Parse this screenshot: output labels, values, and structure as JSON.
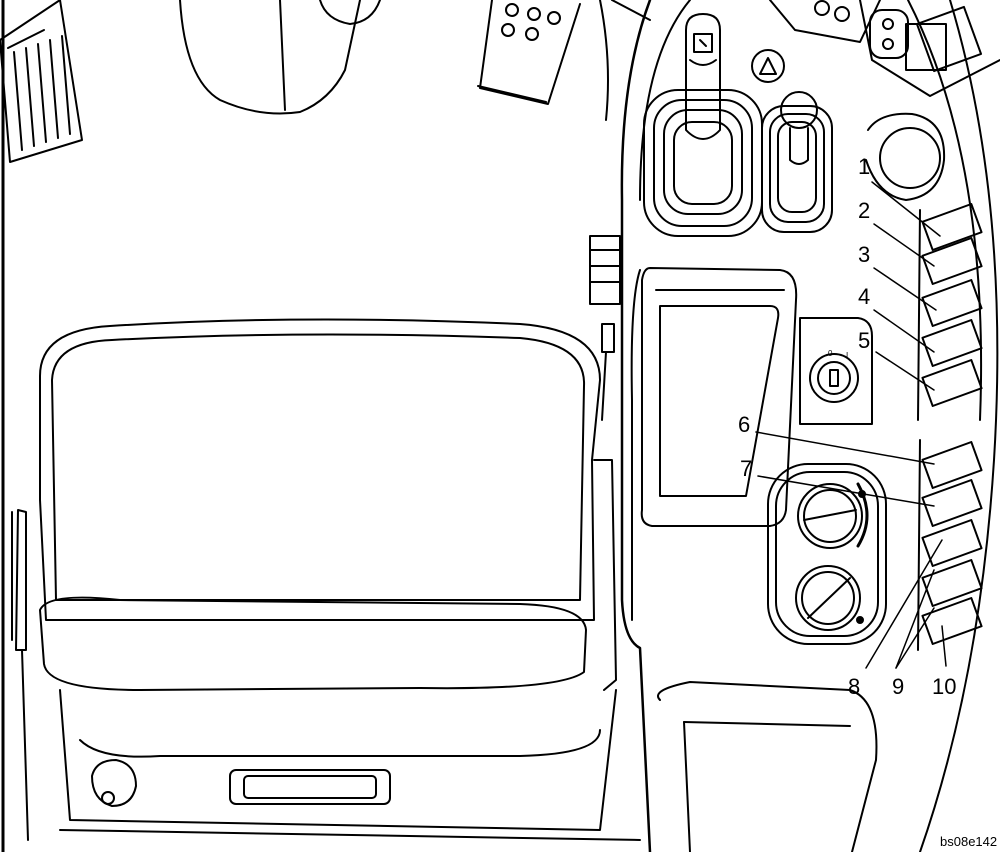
{
  "figure": {
    "reference_code": "bs08e142",
    "line_color": "#000000",
    "background": "#ffffff",
    "callouts": [
      {
        "number": "1"
      },
      {
        "number": "2"
      },
      {
        "number": "3"
      },
      {
        "number": "4"
      },
      {
        "number": "5"
      },
      {
        "number": "6"
      },
      {
        "number": "7"
      },
      {
        "number": "8"
      },
      {
        "number": "9"
      },
      {
        "number": "10"
      }
    ],
    "ignition_markings": [
      "0",
      "I"
    ]
  }
}
